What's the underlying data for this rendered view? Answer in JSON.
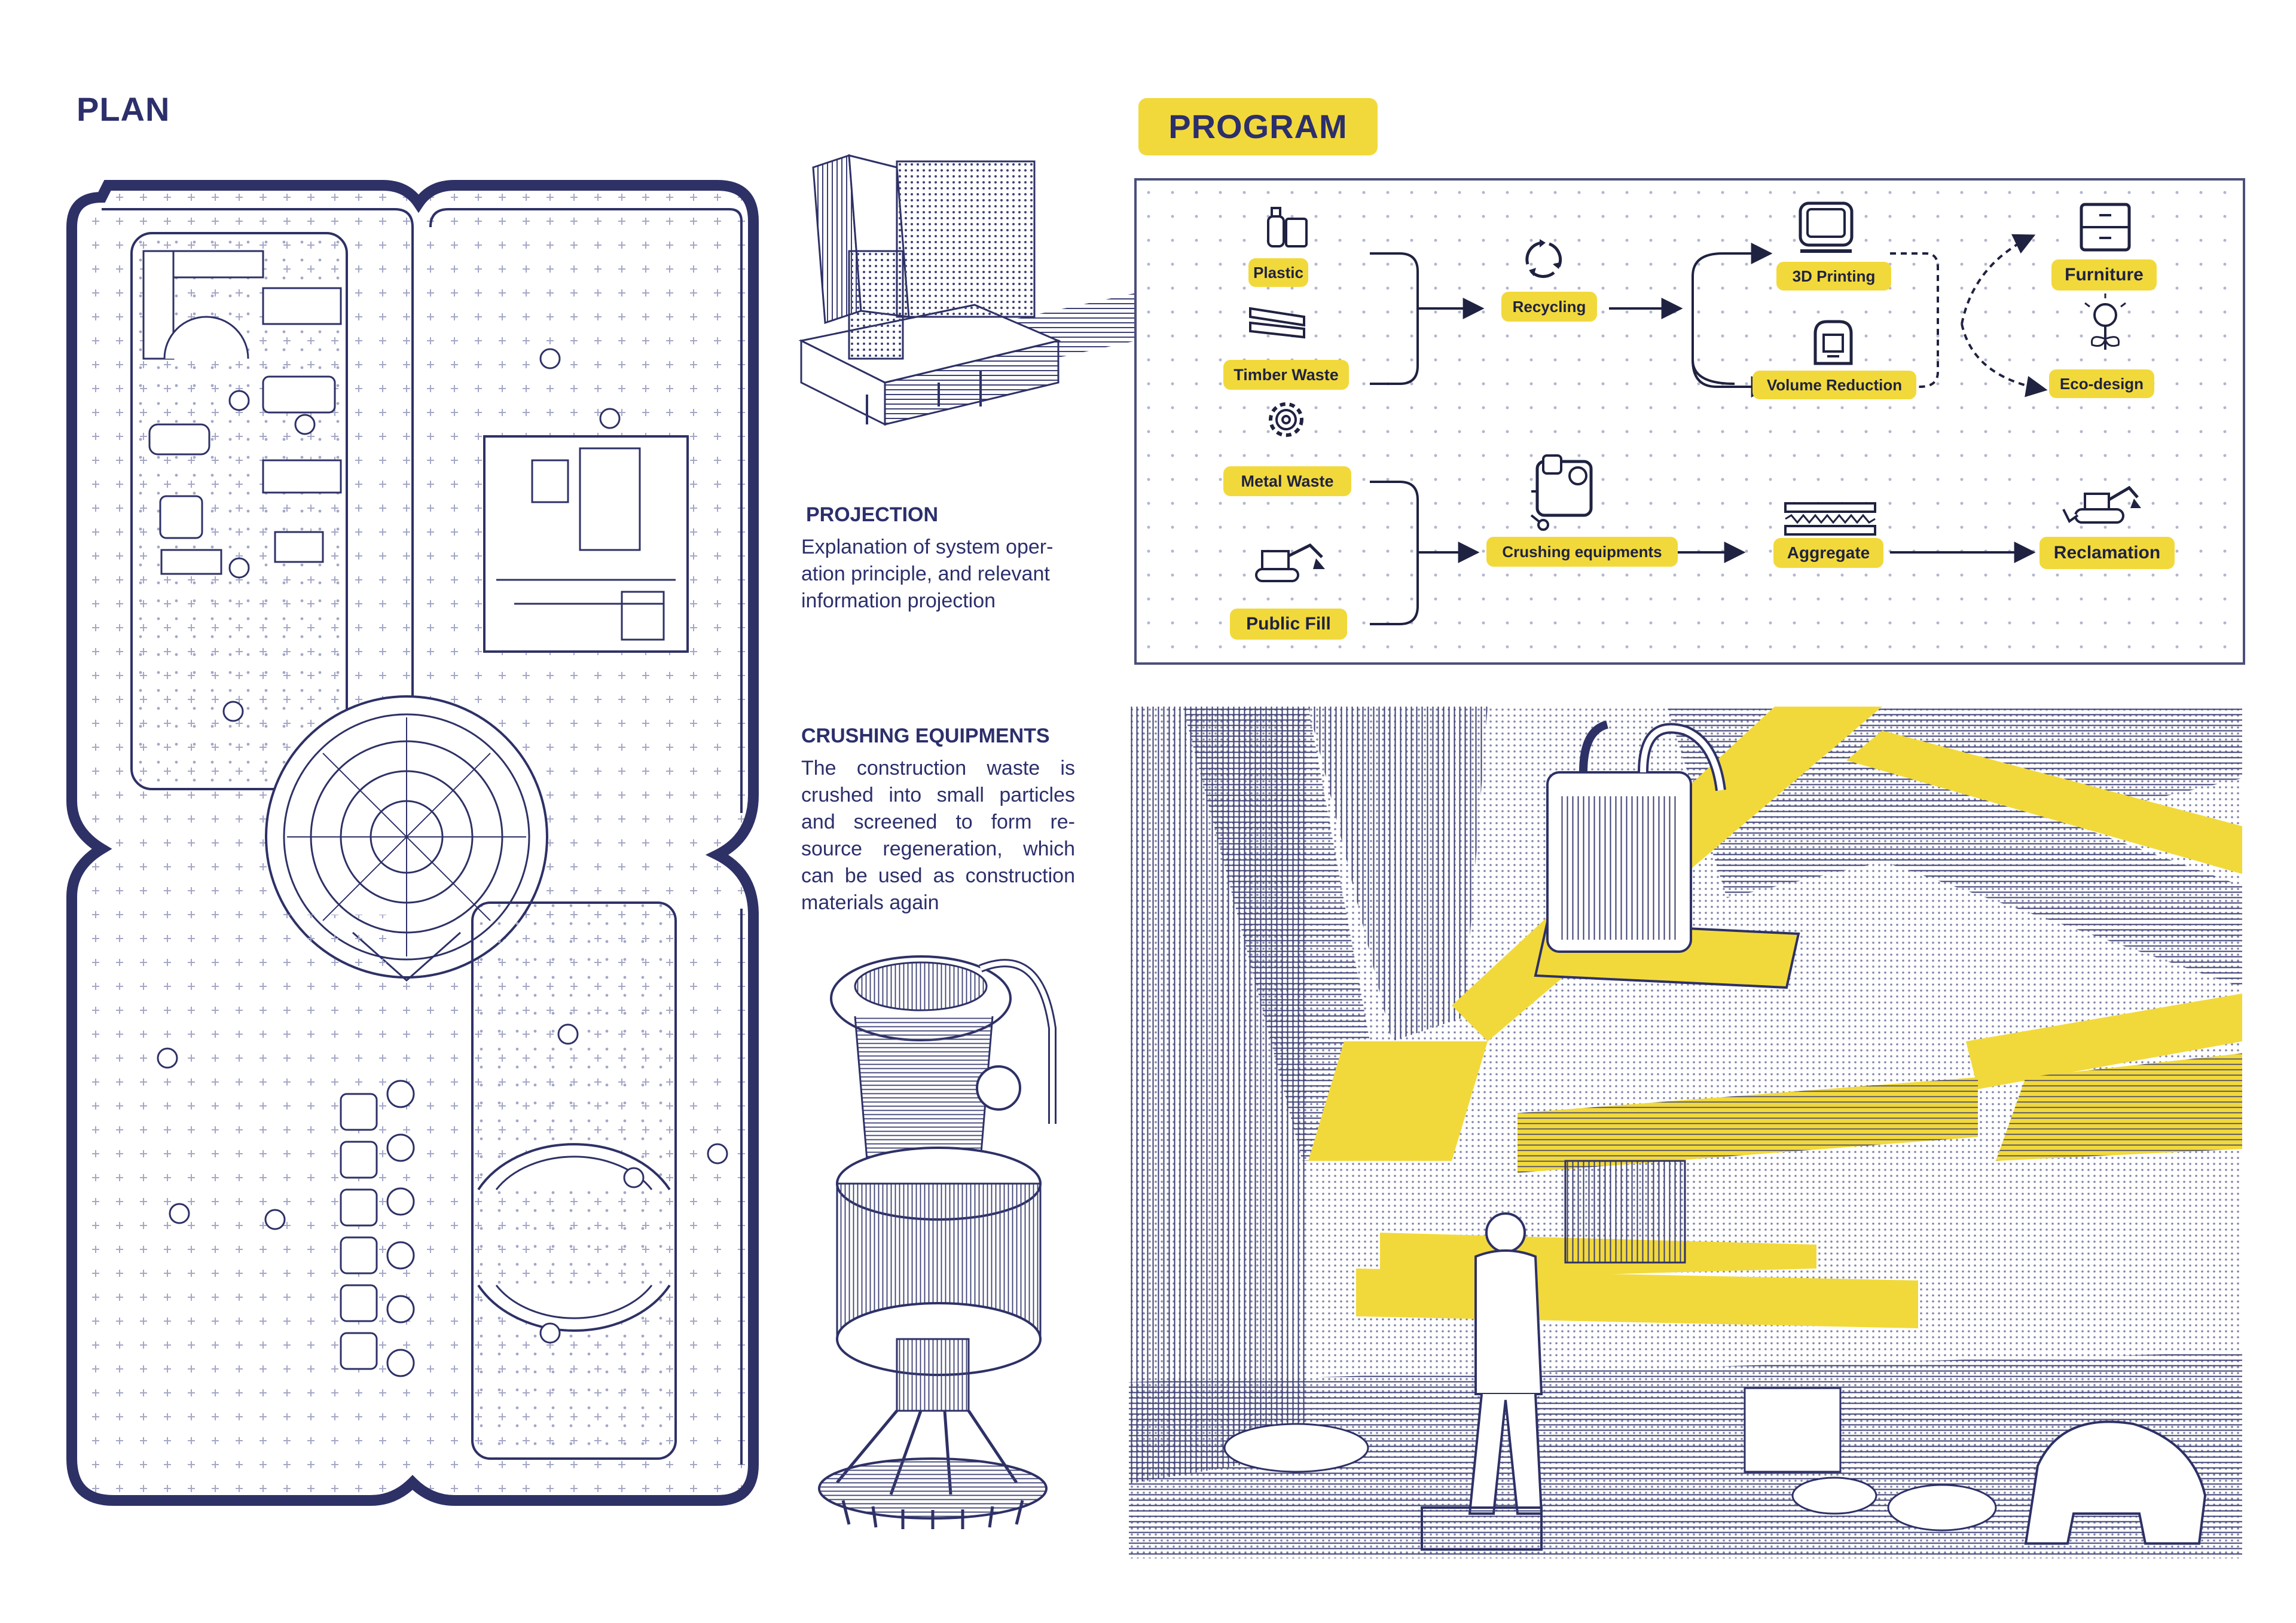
{
  "plan": {
    "title": "PLAN"
  },
  "program": {
    "title": "PROGRAM"
  },
  "projection": {
    "heading": "PROJECTION",
    "lines": [
      "Explanation of system oper-",
      "ation principle, and relevant",
      "information projection"
    ]
  },
  "crushing": {
    "heading": "CRUSHING EQUIPMENTS",
    "lines": [
      "The construction waste is",
      "crushed into small particles",
      "and screened to form re-",
      "source regeneration, which",
      "can be used as construction",
      "materials again"
    ]
  },
  "flow": {
    "inputs": [
      "Plastic",
      "Timber Waste",
      "Metal Waste",
      "Public Fill"
    ],
    "stage1": [
      "Recycling",
      "Crushing equipments"
    ],
    "stage2": [
      "3D Printing",
      "Volume Reduction",
      "Aggregate"
    ],
    "outputs": [
      "Furniture",
      "Eco-design",
      "Reclamation"
    ]
  },
  "icons": {
    "plastic": "bottles-icon",
    "timber": "planks-icon",
    "metal": "gear-icon",
    "fill": "excavator-icon",
    "recycling": "recycle-icon",
    "crushing": "crusher-machine-icon",
    "printing": "monitor-printer-icon",
    "volume": "compactor-icon",
    "aggregate": "layers-icon",
    "furniture": "cabinet-icon",
    "ecodesign": "lightbulb-plant-icon",
    "reclamation": "bulldozer-icon"
  },
  "colors": {
    "navy": "#2c2f6b",
    "yellow": "#f2d93b",
    "line": "#4b4f7a"
  }
}
